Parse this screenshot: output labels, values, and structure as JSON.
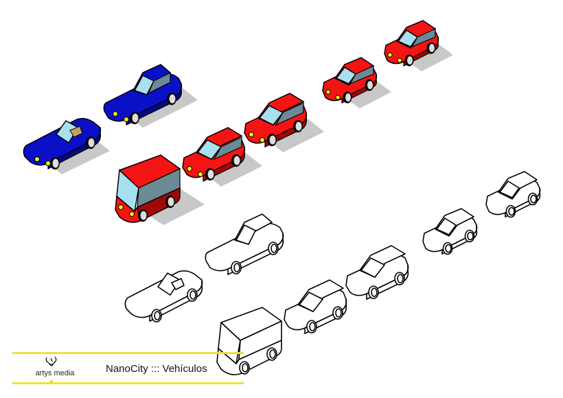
{
  "title": "NanoCity ::: Vehículos",
  "brand": {
    "name": "artys media",
    "icon": "bug-logo-icon"
  },
  "colors": {
    "accent_line": "#f2e03a",
    "blue_body": "#0a10c8",
    "blue_dark": "#050a80",
    "red_body": "#f41414",
    "red_dark": "#a00808",
    "glass": "#a8e0f0",
    "glass_side": "#6a8a96",
    "shadow": "#c8c8c8",
    "headlight": "#f5f000"
  },
  "vehicles": {
    "colored": [
      {
        "type": "convertible",
        "color": "blue"
      },
      {
        "type": "coupe",
        "color": "blue"
      },
      {
        "type": "van",
        "color": "red"
      },
      {
        "type": "hatchback",
        "color": "red"
      },
      {
        "type": "hatchback",
        "color": "red"
      },
      {
        "type": "compact",
        "color": "red"
      },
      {
        "type": "compact",
        "color": "red"
      }
    ],
    "outline": [
      {
        "type": "convertible"
      },
      {
        "type": "coupe"
      },
      {
        "type": "van"
      },
      {
        "type": "hatchback"
      },
      {
        "type": "hatchback"
      },
      {
        "type": "compact"
      },
      {
        "type": "compact"
      }
    ]
  }
}
